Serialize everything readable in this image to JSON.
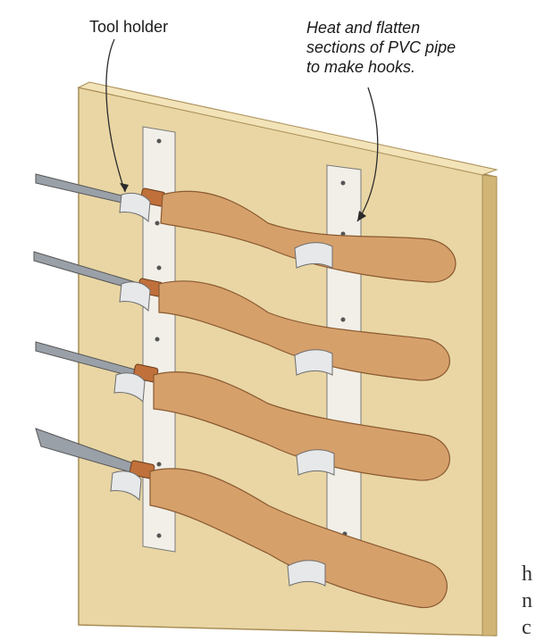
{
  "labels": {
    "tool_holder": "Tool holder",
    "pvc_note": "Heat and flatten\nsections of PVC pipe\nto make hooks."
  },
  "edge_text": {
    "line1": "h",
    "line2": "n",
    "line3": "c"
  },
  "colors": {
    "board": "#e9d6a4",
    "board_edge": "#c7ab6c",
    "strip": "#f1efe8",
    "handle": "#d6a06b",
    "handle_shadow": "#b97e4a",
    "ferrule": "#c0703a",
    "steel": "#9aa0a8",
    "hook": "#e6e8ea",
    "ink": "#2b2b2b"
  },
  "figure": {
    "subject": "lathe-tool-rack",
    "tool_count": 4
  }
}
